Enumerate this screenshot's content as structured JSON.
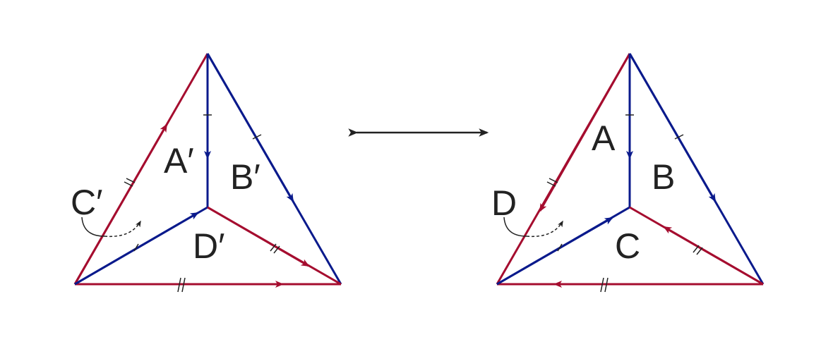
{
  "colors": {
    "red": "#a50d2f",
    "blue": "#0a1a8c",
    "ink": "#222222"
  },
  "left_diagram": {
    "regions": {
      "A": "A′",
      "B": "B′",
      "C": "C′",
      "D": "D′"
    }
  },
  "right_diagram": {
    "regions": {
      "A": "A",
      "B": "B",
      "C": "C",
      "D": "D"
    }
  },
  "connector": "double-headed arrow"
}
